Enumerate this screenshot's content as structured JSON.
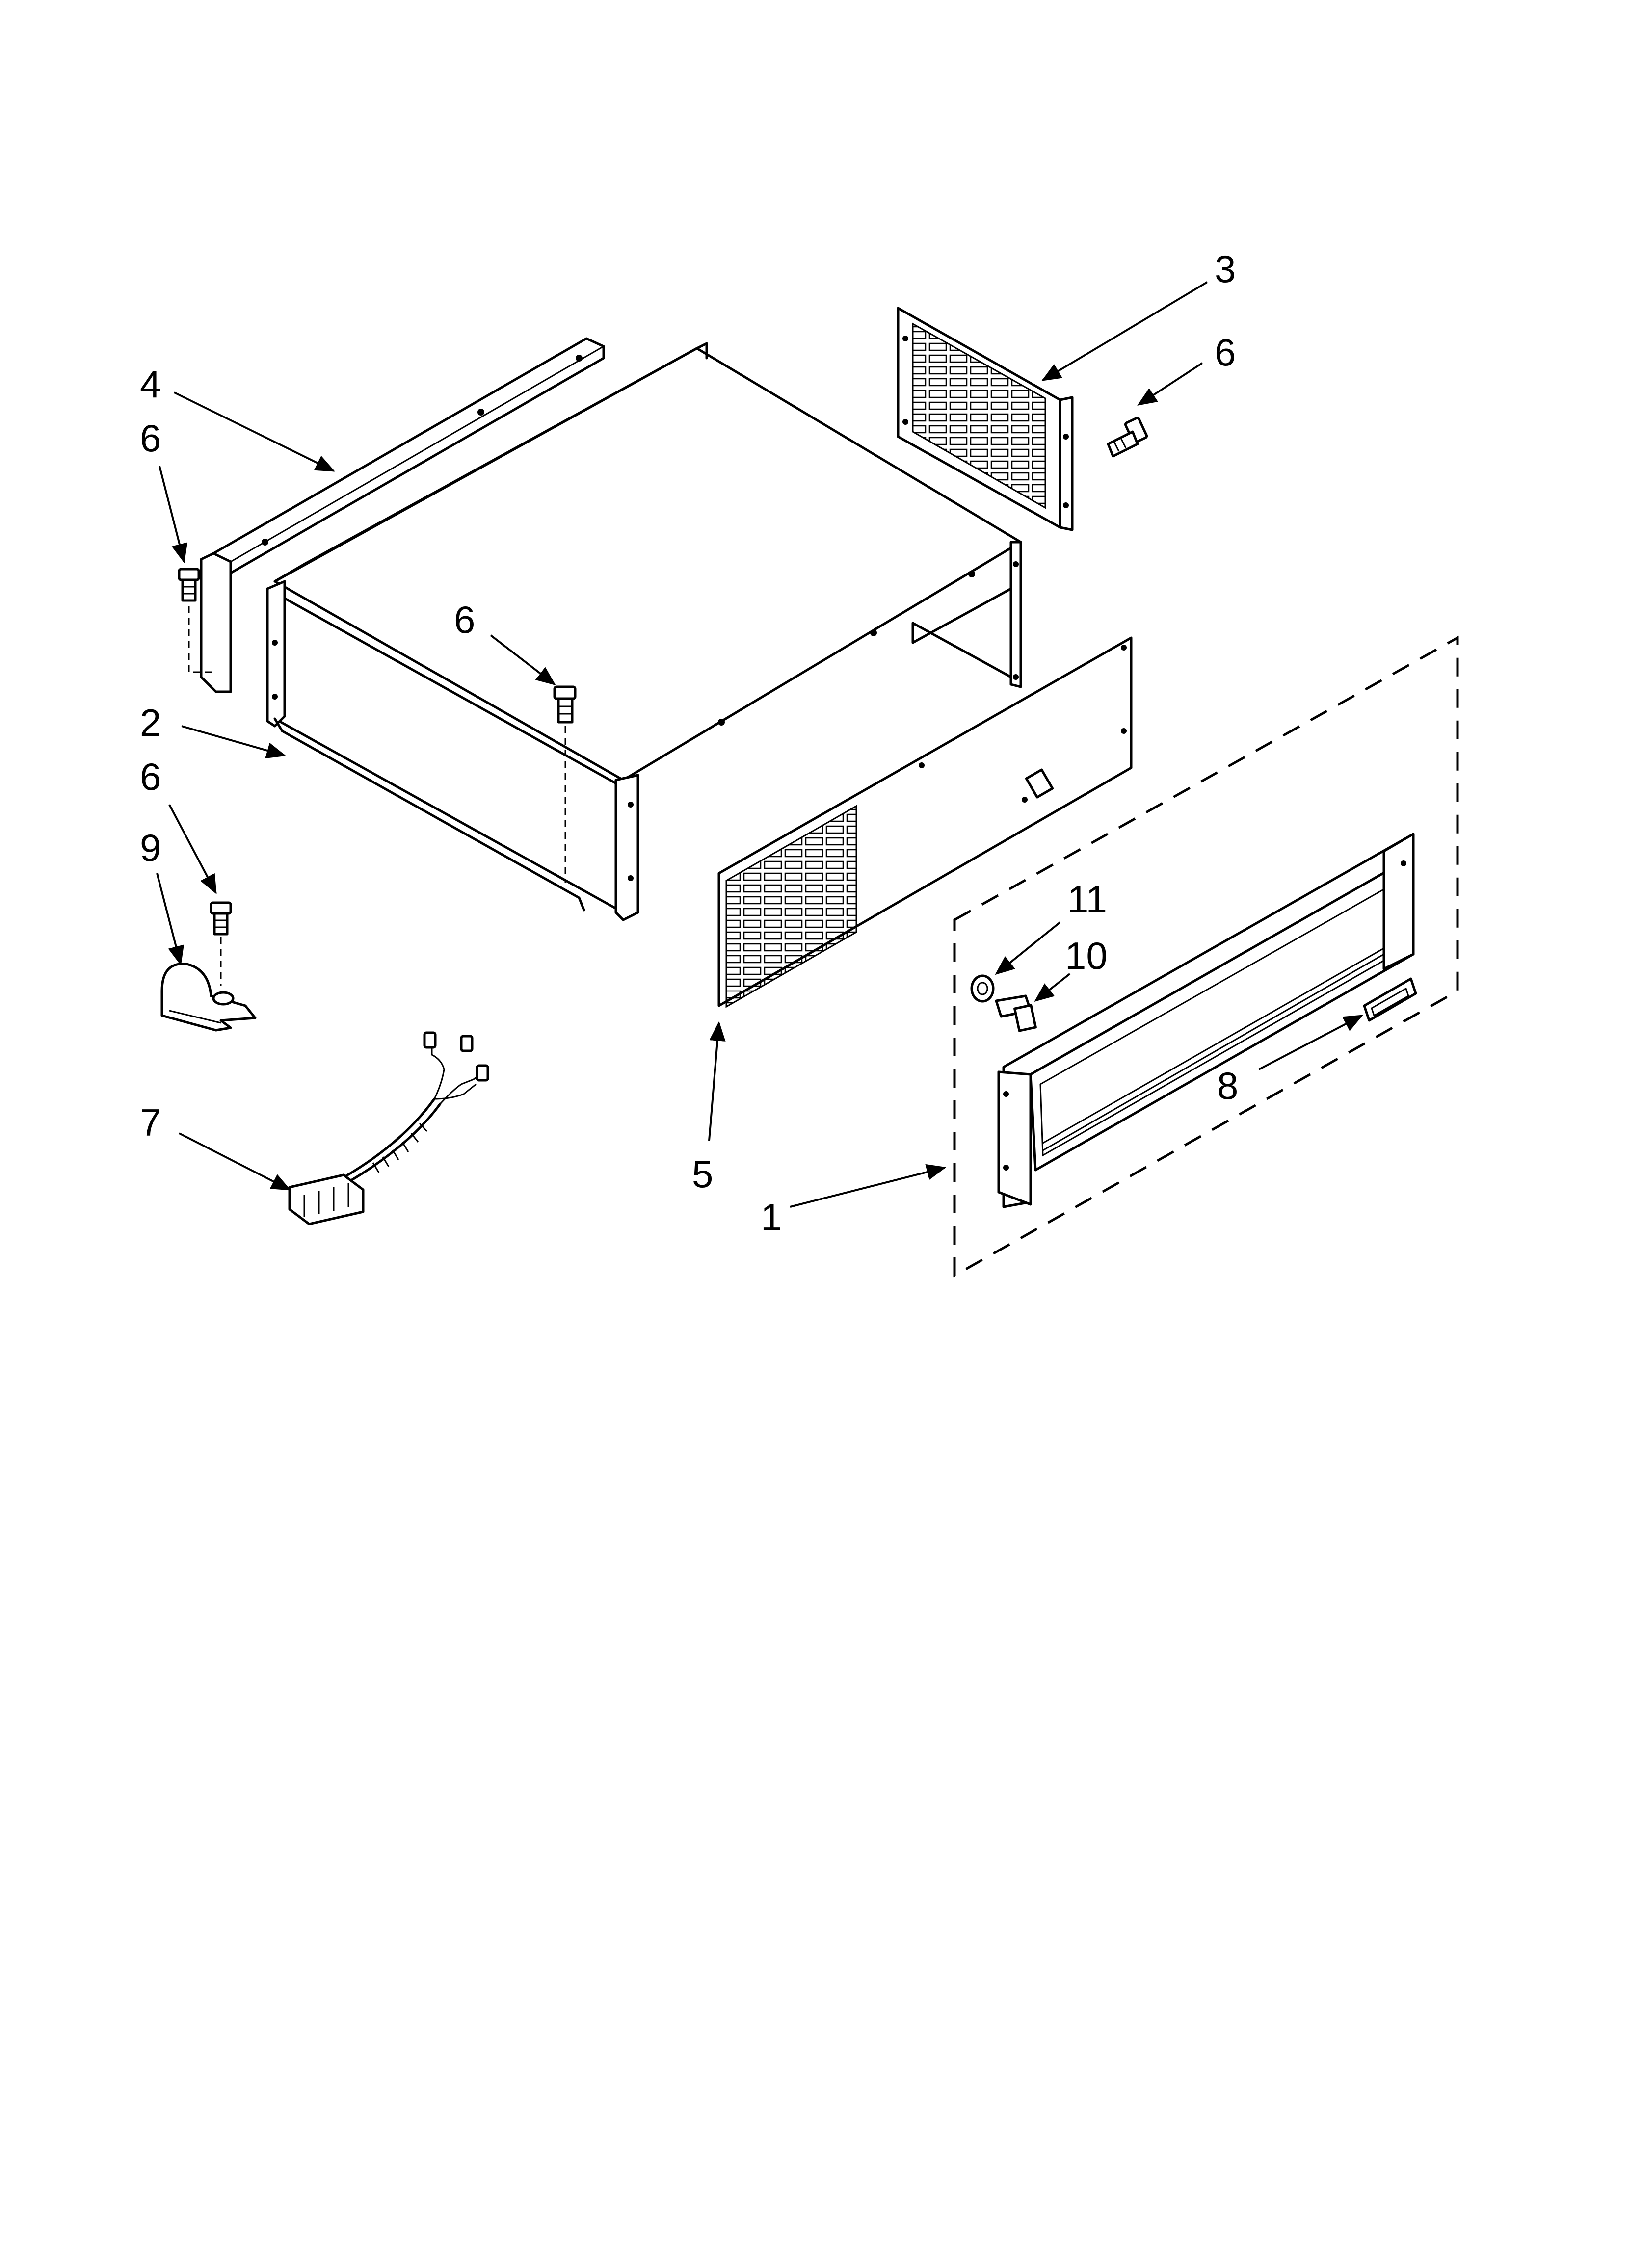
{
  "callouts": {
    "c1": "1",
    "c2": "2",
    "c3": "3",
    "c4": "4",
    "c5": "5",
    "c6a": "6",
    "c6b": "6",
    "c6c": "6",
    "c6d": "6",
    "c7": "7",
    "c8": "8",
    "c9": "9",
    "c10": "10",
    "c11": "11"
  }
}
